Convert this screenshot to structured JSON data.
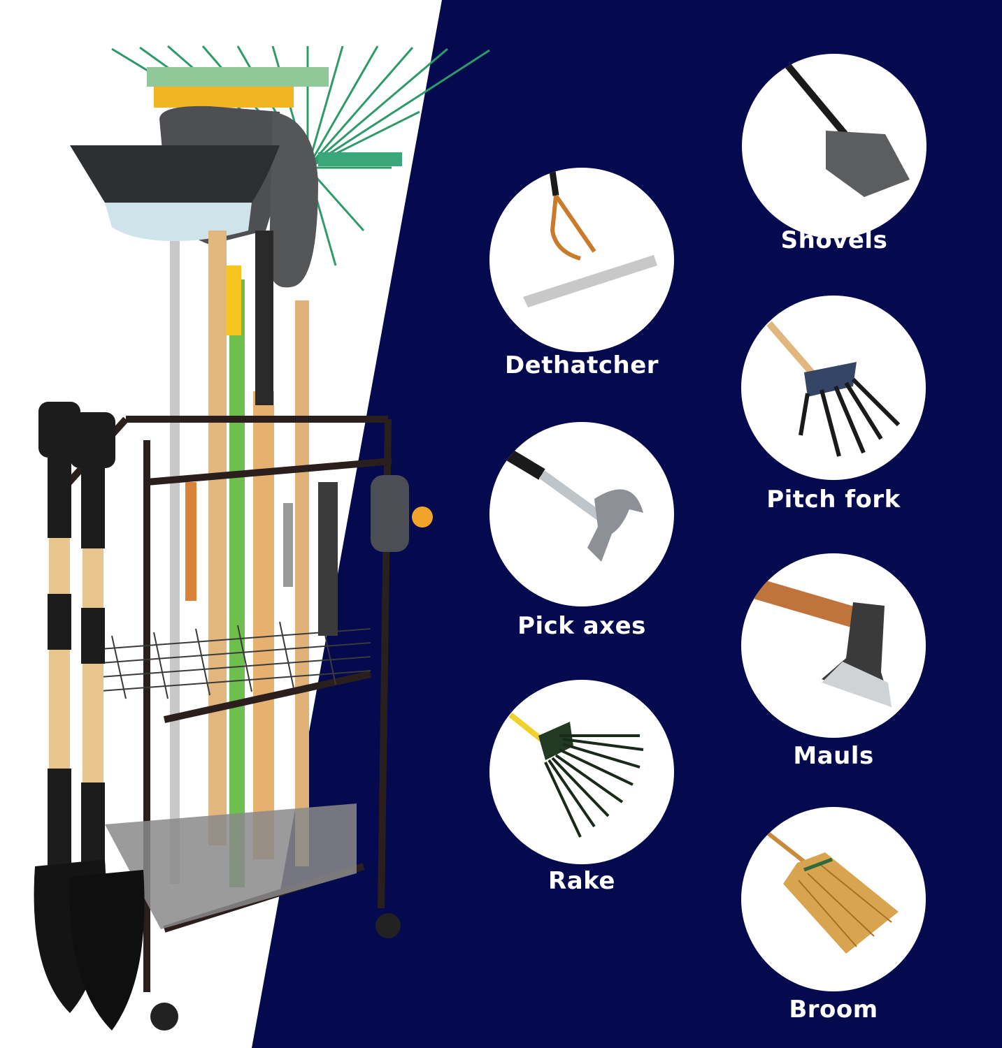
{
  "colors": {
    "navy": "#050a4e",
    "rack_frame": "#2a1f1c",
    "wood": "#e2b77f",
    "label_text": "#ffffff"
  },
  "tools": [
    {
      "label": "Shovels",
      "icon": "shovel-icon"
    },
    {
      "label": "Dethatcher",
      "icon": "dethatcher-icon"
    },
    {
      "label": "Pitch fork",
      "icon": "pitchfork-icon"
    },
    {
      "label": "Pick axes",
      "icon": "hammer-icon"
    },
    {
      "label": "Mauls",
      "icon": "axe-icon"
    },
    {
      "label": "Rake",
      "icon": "rake-icon"
    },
    {
      "label": "Broom",
      "icon": "broom-icon"
    }
  ]
}
